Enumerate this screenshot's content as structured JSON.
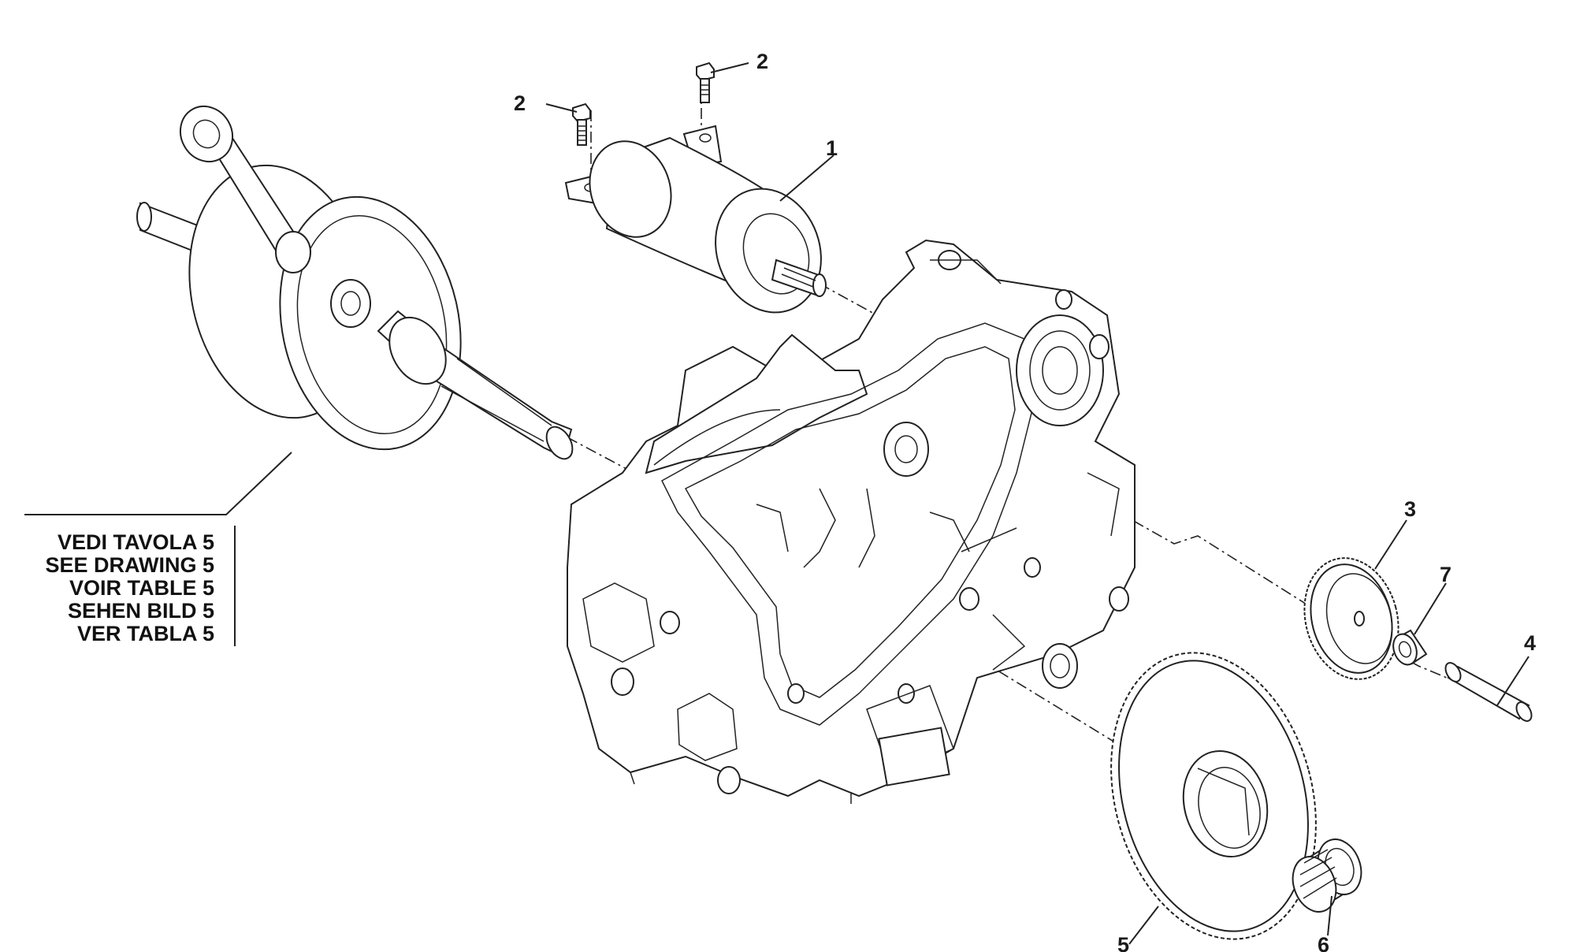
{
  "callouts": [
    {
      "id": "c1",
      "text": "1"
    },
    {
      "id": "c2a",
      "text": "2"
    },
    {
      "id": "c2b",
      "text": "2"
    },
    {
      "id": "c3",
      "text": "3"
    },
    {
      "id": "c4",
      "text": "4"
    },
    {
      "id": "c5",
      "text": "5"
    },
    {
      "id": "c6",
      "text": "6"
    },
    {
      "id": "c7",
      "text": "7"
    }
  ],
  "reference_note": {
    "lines": [
      "VEDI TAVOLA 5",
      "SEE DRAWING 5",
      "VOIR TABLE 5",
      "SEHEN BILD 5",
      "VER TABLA 5"
    ]
  },
  "colors": {
    "line": "#222222",
    "background": "#ffffff"
  }
}
